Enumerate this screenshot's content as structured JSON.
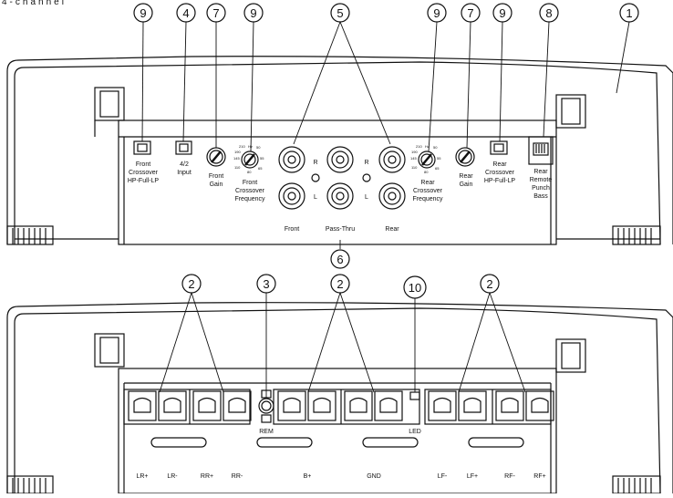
{
  "title": "4-channel",
  "callouts": {
    "c1": "1",
    "c2a": "2",
    "c2b": "2",
    "c2c": "2",
    "c3": "3",
    "c4": "4",
    "c5": "5",
    "c6": "6",
    "c7a": "7",
    "c7b": "7",
    "c8": "8",
    "c9a": "9",
    "c9b": "9",
    "c9c": "9",
    "c9d": "9",
    "c10": "10"
  },
  "top_panel": {
    "front_crossover": [
      "Front",
      "Crossover",
      "HP-Full-LP"
    ],
    "input": [
      "4/2",
      "Input"
    ],
    "front_gain": [
      "Front",
      "Gain"
    ],
    "front_freq": [
      "Front",
      "Crossover",
      "Frequency"
    ],
    "rear_freq": [
      "Rear",
      "Crossover",
      "Frequency"
    ],
    "rear_gain": [
      "Rear",
      "Gain"
    ],
    "rear_crossover": [
      "Rear",
      "Crossover",
      "HP-Full-LP"
    ],
    "rear_remote": [
      "Rear",
      "Remote",
      "Punch",
      "Bass"
    ],
    "rca_r": "R",
    "rca_l": "L",
    "front": "Front",
    "pass_thru": "Pass-Thru",
    "rear": "Rear",
    "dial_scale": [
      "210",
      "Hz",
      "50",
      "190",
      "55",
      "145",
      "110",
      "80",
      "65"
    ]
  },
  "bottom_panel": {
    "rem": "REM",
    "led": "LED",
    "terminals": [
      "LR+",
      "LR-",
      "RR+",
      "RR-",
      "B+",
      "GND",
      "LF-",
      "LF+",
      "RF-",
      "RF+"
    ]
  }
}
